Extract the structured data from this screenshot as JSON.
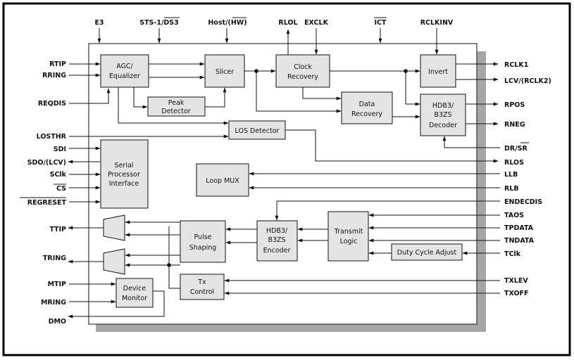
{
  "colors": {
    "block_fill": "#e4e4e4",
    "shadow": "#a6a6a6",
    "line": "#111111",
    "background": "#ffffff"
  },
  "pins": {
    "top": {
      "e3": "E3",
      "sts1_ds3": "STS-1/DS3",
      "host_hw": "Host/(HW)",
      "rlol": "RLOL",
      "exclk": "EXCLK",
      "ict": "ICT",
      "rclkinv": "RCLKINV"
    },
    "left": {
      "rtip": "RTIP",
      "rring": "RRING",
      "reqdis": "REQDIS",
      "losthr": "LOSTHR",
      "sdi": "SDI",
      "sdo_lcv": "SDO/(LCV)",
      "sclk": "SClk",
      "cs": "CS",
      "regreset": "REGRESET",
      "ttip": "TTIP",
      "tring": "TRING",
      "mtip": "MTIP",
      "mring": "MRING",
      "dmo": "DMO"
    },
    "right": {
      "rclk1": "RCLK1",
      "lcv_rclk2": "LCV/(RCLK2)",
      "rpos": "RPOS",
      "rneg": "RNEG",
      "dr_sr": "DR/SR",
      "rlos": "RLOS",
      "llb": "LLB",
      "rlb": "RLB",
      "endecdis": "ENDECDIS",
      "taos": "TAOS",
      "tpdata": "TPDATA",
      "tndata": "TNDATA",
      "tclk": "TClk",
      "txlev": "TXLEV",
      "txoff": "TXOFF"
    }
  },
  "blocks": {
    "agc": {
      "l1": "AGC/",
      "l2": "Equalizer"
    },
    "slicer": {
      "l1": "Slicer"
    },
    "clock_recovery": {
      "l1": "Clock",
      "l2": "Recovery"
    },
    "invert": {
      "l1": "Invert"
    },
    "peak_detector": {
      "l1": "Peak",
      "l2": "Detector"
    },
    "data_recovery": {
      "l1": "Data",
      "l2": "Recovery"
    },
    "rx_decoder": {
      "l1": "HDB3/",
      "l2": "B3ZS",
      "l3": "Decoder"
    },
    "los_detector": {
      "l1": "LOS Detector"
    },
    "serial_processor": {
      "l1": "Serial",
      "l2": "Processor",
      "l3": "Interface"
    },
    "loop_mux": {
      "l1": "Loop MUX"
    },
    "pulse_shaping": {
      "l1": "Pulse",
      "l2": "Shaping"
    },
    "tx_encoder": {
      "l1": "HDB3/",
      "l2": "B3ZS",
      "l3": "Encoder"
    },
    "transmit_logic": {
      "l1": "Transmit",
      "l2": "Logic"
    },
    "duty_cycle": {
      "l1": "Duty Cycle Adjust"
    },
    "device_monitor": {
      "l1": "Device",
      "l2": "Monitor"
    },
    "tx_control": {
      "l1": "Tx",
      "l2": "Control"
    }
  }
}
